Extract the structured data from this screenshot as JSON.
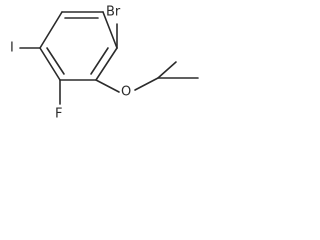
{
  "molecule": {
    "atoms": {
      "bromine": "Br",
      "iodine": "I",
      "fluorine": "F",
      "oxygen": "O"
    }
  }
}
